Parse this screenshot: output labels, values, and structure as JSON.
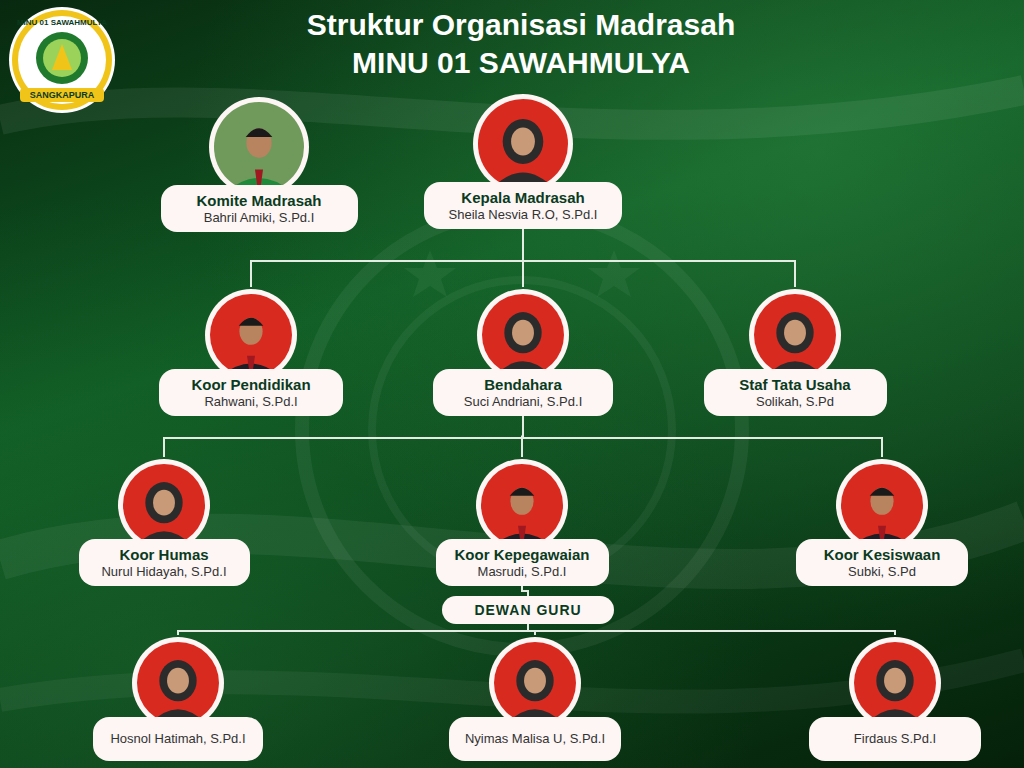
{
  "diagram": {
    "title": "Struktur Organisasi Madrasah MINU 01 SAWAHMULYA",
    "nodes": [
      {
        "text": [
          "Komite Madrasah",
          "Bahril Amiki, S.Pd.I"
        ]
      },
      {
        "text": [
          "Kepala Madrasah",
          "Sheila Nesvia R.O, S.Pd.I"
        ]
      },
      {
        "text": [
          "Koor Pendidikan",
          "Rahwani, S.Pd.I"
        ]
      },
      {
        "text": [
          "Bendahara",
          "Suci Andriani, S.Pd.I"
        ]
      },
      {
        "text": [
          "Staf Tata Usaha",
          "Solikah, S.Pd"
        ]
      },
      {
        "text": [
          "Koor Humas",
          "Nurul Hidayah, S.Pd.I"
        ]
      },
      {
        "text": [
          "Koor Kepegawaian",
          "Masrudi, S.Pd.I"
        ]
      },
      {
        "text": [
          "Koor Kesiswaan",
          "Subki, S.Pd"
        ]
      },
      {
        "text": [
          "DEWAN  GURU"
        ]
      },
      {
        "text": [
          "Hosnol Hatimah, S.Pd.I"
        ]
      },
      {
        "text": [
          "Nyimas Malisa U, S.Pd.I"
        ]
      },
      {
        "text": [
          "Firdaus S.Pd.I"
        ]
      }
    ],
    "edges": [
      {
        "from": 1,
        "to": 2,
        "arrow": "none"
      },
      {
        "from": 1,
        "to": 3,
        "arrow": "none"
      },
      {
        "from": 1,
        "to": 4,
        "arrow": "none"
      },
      {
        "from": 3,
        "to": 5,
        "arrow": "none"
      },
      {
        "from": 3,
        "to": 6,
        "arrow": "none"
      },
      {
        "from": 3,
        "to": 7,
        "arrow": "none"
      },
      {
        "from": 6,
        "to": 8,
        "arrow": "none"
      },
      {
        "from": 8,
        "to": 9,
        "arrow": "none"
      },
      {
        "from": 8,
        "to": 10,
        "arrow": "none"
      },
      {
        "from": 8,
        "to": 11,
        "arrow": "none"
      }
    ],
    "labels": [
      "MINU 01 SAWAHMULYA",
      "SANGKAPURA"
    ]
  }
}
